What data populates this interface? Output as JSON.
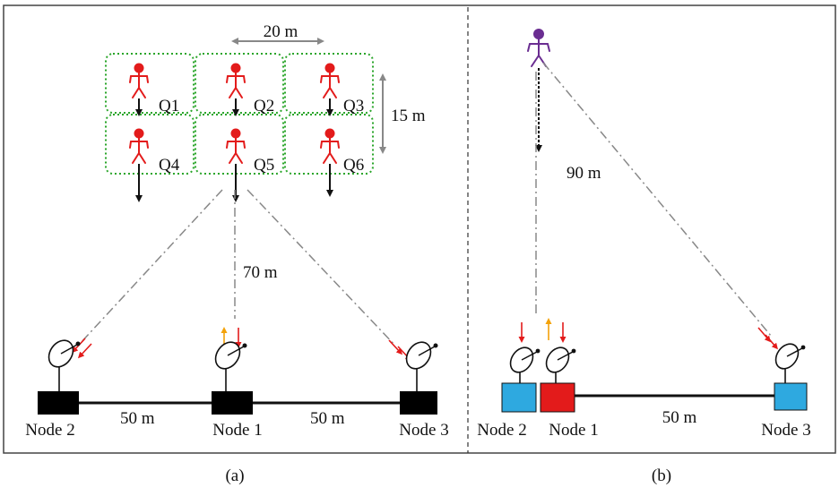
{
  "panel_a": {
    "caption": "(a)",
    "zones": [
      "Q1",
      "Q2",
      "Q3",
      "Q4",
      "Q5",
      "Q6"
    ],
    "zone_width_label": "20 m",
    "zone_height_label": "15 m",
    "range_label": "70 m",
    "spacing_left_label": "50 m",
    "spacing_right_label": "50 m",
    "nodes": [
      "Node 2",
      "Node 1",
      "Node 3"
    ]
  },
  "panel_b": {
    "caption": "(b)",
    "range_label": "90 m",
    "spacing_label": "50 m",
    "nodes": [
      "Node 2",
      "Node 1",
      "Node 3"
    ]
  },
  "colors": {
    "person": "#e31b1b",
    "person_b": "#6a2d91",
    "zone_border": "#2aa52a",
    "node_black": "#000000",
    "node_blue": "#2ea9e0",
    "node_red": "#e31b1b",
    "arrow_red": "#e31b1b",
    "arrow_orange": "#f3a20a",
    "link_line": "#777777"
  }
}
